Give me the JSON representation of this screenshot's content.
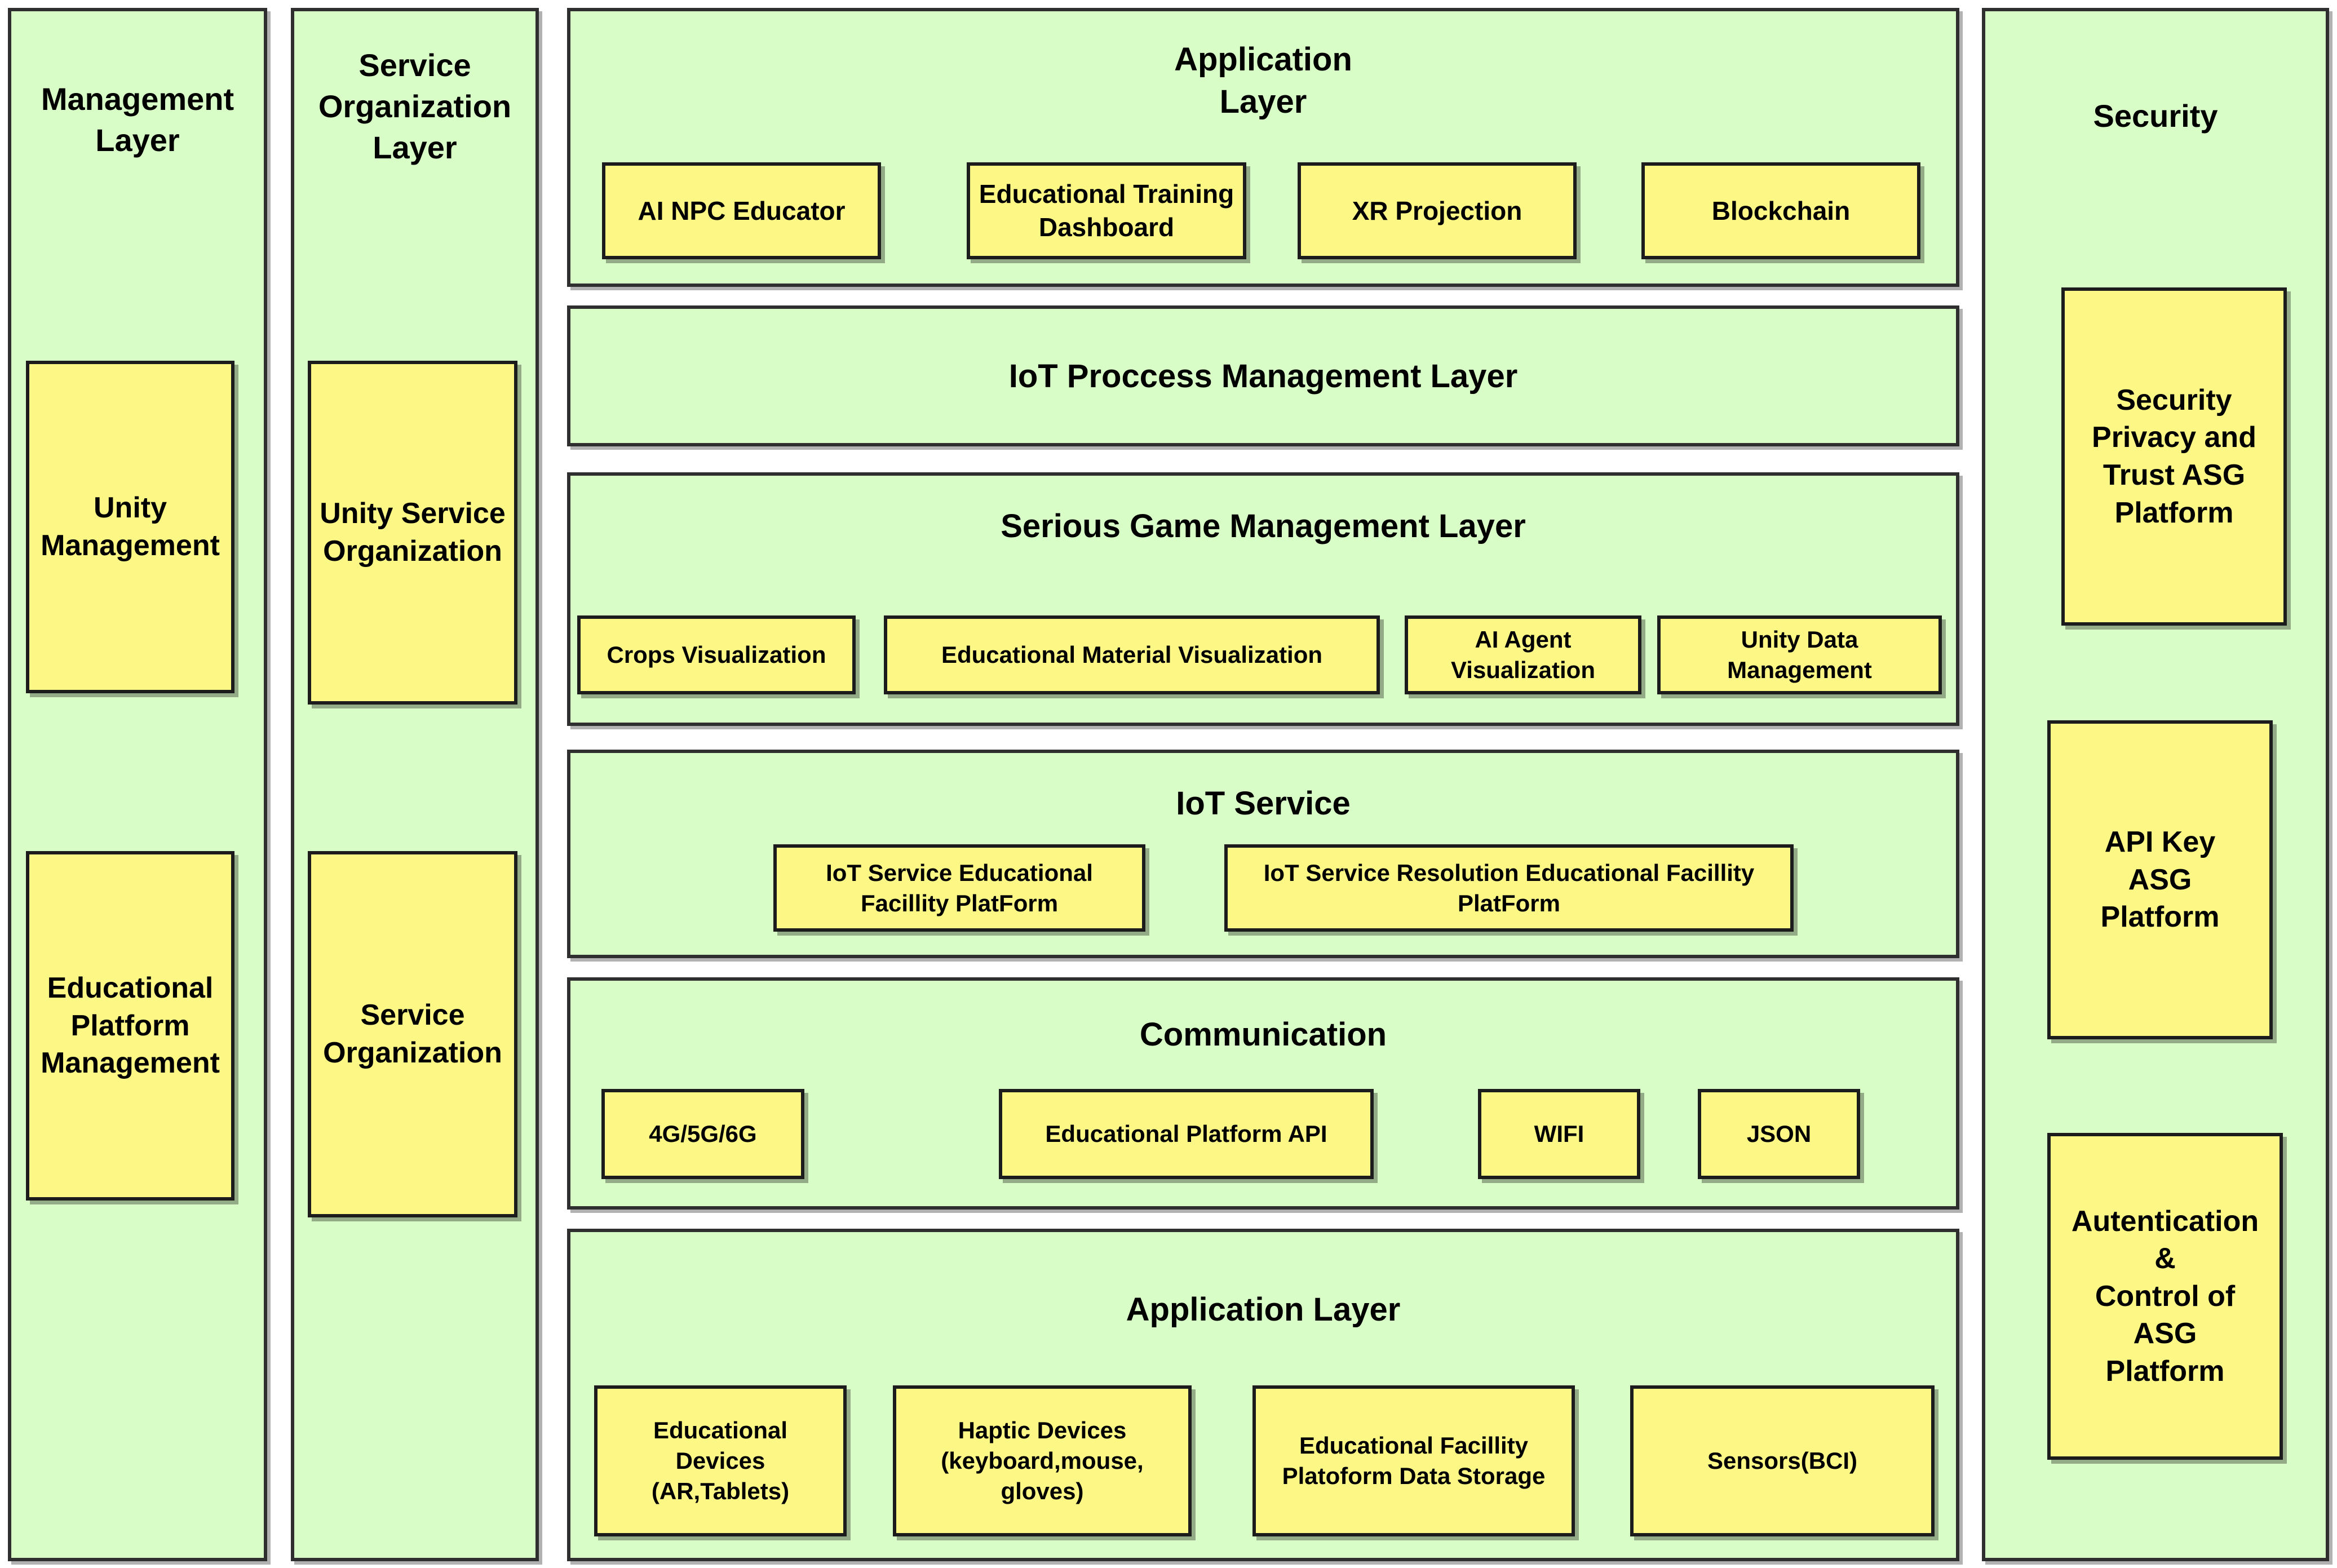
{
  "diagram": {
    "title": "IoT / Serious Game Educational Platform Layered Architecture",
    "colors": {
      "panel_fill": "#d9fdc6",
      "node_fill": "#fdf786",
      "border": "#1c1c1c",
      "text": "#000000",
      "page_background": "#ffffff"
    }
  },
  "management_column": {
    "title": "Management\nLayer",
    "nodes": [
      {
        "label": "Unity\nManagement"
      },
      {
        "label": "Educational\nPlatform\nManagement"
      }
    ]
  },
  "service_org_column": {
    "title": "Service\nOrganization\nLayer",
    "nodes": [
      {
        "label": "Unity Service\nOrganization"
      },
      {
        "label": "Service\nOrganization"
      }
    ]
  },
  "security_column": {
    "title": "Security",
    "nodes": [
      {
        "label": "Security\nPrivacy and\nTrust ASG\nPlatform"
      },
      {
        "label": "API Key\nASG\nPlatform"
      },
      {
        "label": "Autentication\n&\nControl of\nASG\nPlatform"
      }
    ]
  },
  "center_sections": [
    {
      "title": "Application\nLayer",
      "nodes": [
        {
          "label": "AI NPC Educator"
        },
        {
          "label": "Educational Training\nDashboard"
        },
        {
          "label": "XR Projection"
        },
        {
          "label": "Blockchain"
        }
      ]
    },
    {
      "title": "IoT Proccess Management Layer",
      "nodes": []
    },
    {
      "title": "Serious Game Management Layer",
      "nodes": [
        {
          "label": "Crops Visualization"
        },
        {
          "label": "Educational Material Visualization"
        },
        {
          "label": "AI Agent\nVisualization"
        },
        {
          "label": "Unity Data\nManagement"
        }
      ]
    },
    {
      "title": "IoT Service",
      "nodes": [
        {
          "label": "IoT Service Educational\nFacillity PlatForm"
        },
        {
          "label": "IoT Service Resolution Educational  Facillity\nPlatForm"
        }
      ]
    },
    {
      "title": "Communication",
      "nodes": [
        {
          "label": "4G/5G/6G"
        },
        {
          "label": "Educational  Platform API"
        },
        {
          "label": "WIFI"
        },
        {
          "label": "JSON"
        }
      ]
    },
    {
      "title": "Application Layer",
      "nodes": [
        {
          "label": "Educational\nDevices\n(AR,Tablets)"
        },
        {
          "label": "Haptic Devices\n(keyboard,mouse,\ngloves)"
        },
        {
          "label": "Educational Facillity\nPlatoform Data Storage"
        },
        {
          "label": "Sensors(BCI)"
        }
      ]
    }
  ]
}
